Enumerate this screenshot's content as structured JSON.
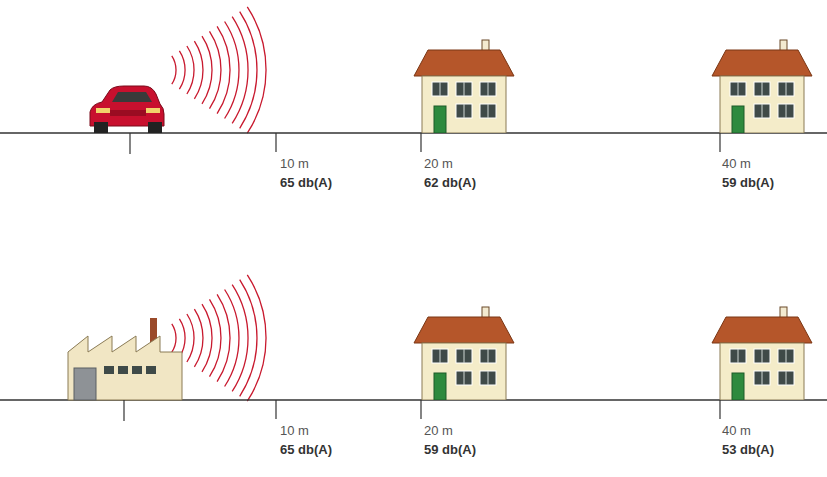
{
  "diagram": {
    "labels": [
      "10 m",
      "65 db(A)",
      "20 m",
      "62 db(A)",
      "40 m",
      "59 db(A)",
      "10 m",
      "65 db(A)",
      "20 m",
      "59 db(A)",
      "40 m",
      "53 db(A)"
    ]
  }
}
